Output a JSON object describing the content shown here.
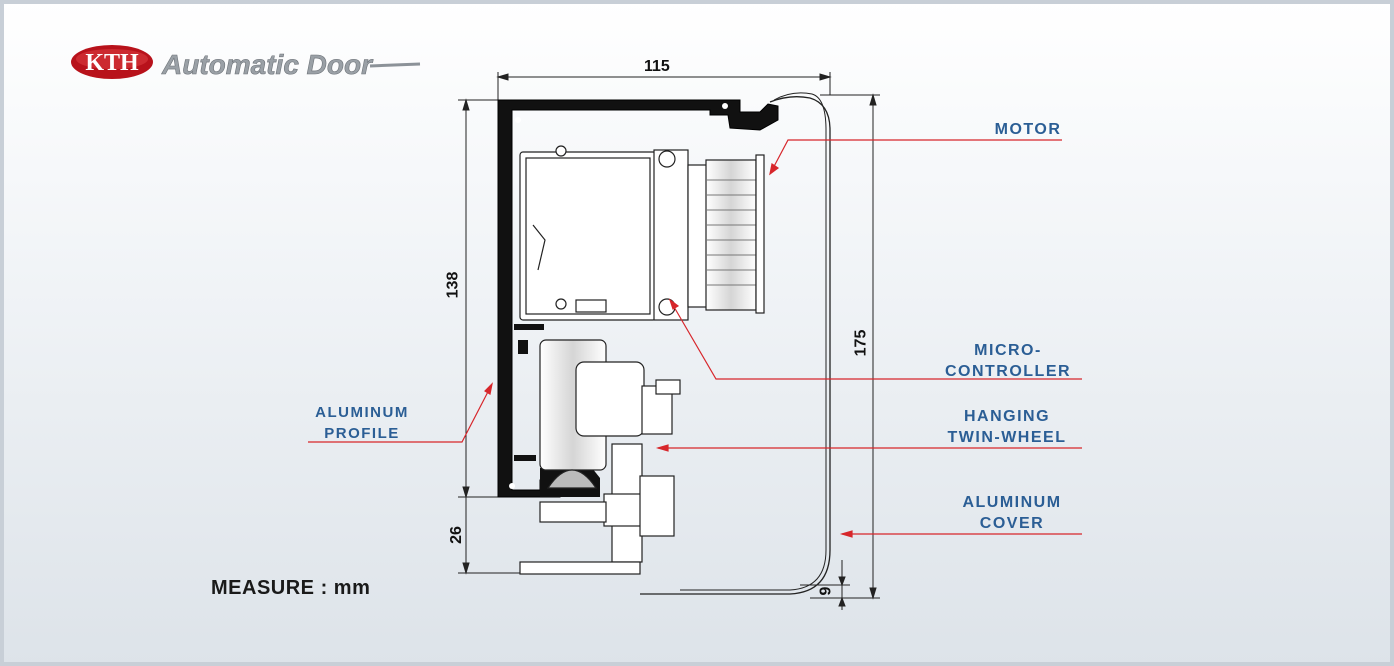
{
  "logo": {
    "badge_text": "KTH",
    "wordmark": "Automatic Door"
  },
  "dimensions": {
    "width": "115",
    "height_profile": "138",
    "height_total": "175",
    "bottom_offset": "26",
    "cover_gap": "9"
  },
  "labels": {
    "motor": "MOTOR",
    "micro_controller_1": "MICRO-",
    "micro_controller_2": "CONTROLLER",
    "hanging_1": "HANGING",
    "hanging_2": "TWIN-WHEEL",
    "profile_1": "ALUMINUM",
    "profile_2": "PROFILE",
    "cover_1": "ALUMINUM",
    "cover_2": "COVER"
  },
  "measure": "MEASURE : mm",
  "colors": {
    "label_blue": "#2b5e95",
    "leader_red": "#d7262b",
    "logo_red": "#b8121b",
    "profile_black": "#111111"
  }
}
